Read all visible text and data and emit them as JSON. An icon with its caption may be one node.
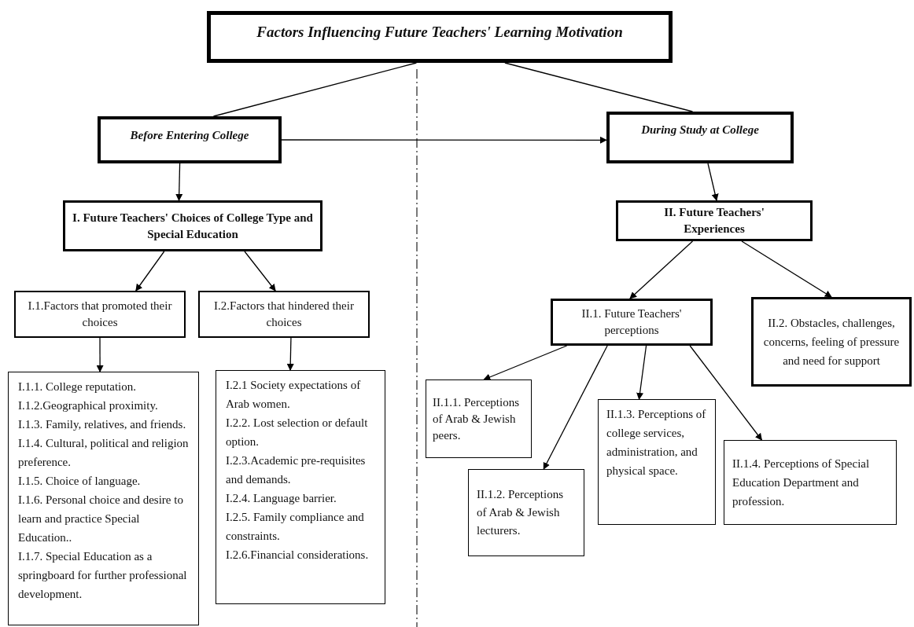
{
  "diagram": {
    "nodes": [
      {
        "text": [
          "Factors Influencing Future Teachers' Learning Motivation"
        ]
      },
      {
        "text": [
          "Before Entering College"
        ]
      },
      {
        "text": [
          "During Study at College"
        ]
      },
      {
        "text": [
          "I. Future Teachers' Choices of College Type and Special Education"
        ]
      },
      {
        "text": [
          "II. Future Teachers' Experiences"
        ]
      },
      {
        "text": [
          "I.1.Factors that promoted their choices"
        ]
      },
      {
        "text": [
          "I.2.Factors that hindered their choices"
        ]
      },
      {
        "text": [
          "II.1. Future Teachers' perceptions"
        ]
      },
      {
        "text": [
          "II.2. Obstacles, challenges, concerns, feeling of pressure and need for support"
        ]
      },
      {
        "text": [
          "I.1.1. College reputation.",
          "I.1.2.Geographical proximity.",
          "I.1.3. Family, relatives, and friends.",
          "I.1.4. Cultural, political and religion preference.",
          "I.1.5. Choice of  language.",
          "I.1.6. Personal choice and desire to learn and practice Special Education..",
          "I.1.7. Special Education as a springboard for further professional development."
        ]
      },
      {
        "text": [
          "I.2.1 Society expectations of Arab women.",
          "I.2.2. Lost selection or default option.",
          "I.2.3.Academic pre-requisites and demands.",
          "I.2.4. Language barrier.",
          "I.2.5. Family compliance and constraints.",
          "I.2.6.Financial considerations."
        ]
      },
      {
        "text": [
          "II.1.1. Perceptions of Arab & Jewish peers."
        ]
      },
      {
        "text": [
          "II.1.2. Perceptions of Arab & Jewish lecturers."
        ]
      },
      {
        "text": [
          "II.1.3. Perceptions of college services, administration, and physical space."
        ]
      },
      {
        "text": [
          "II.1.4. Perceptions of Special Education Department and profession."
        ]
      }
    ],
    "edges": [
      {
        "from": 0,
        "to": 1,
        "arrow": "none"
      },
      {
        "from": 0,
        "to": 2,
        "arrow": "none"
      },
      {
        "from": 1,
        "to": 2,
        "arrow": "to"
      },
      {
        "from": 1,
        "to": 3,
        "arrow": "to"
      },
      {
        "from": 2,
        "to": 4,
        "arrow": "to"
      },
      {
        "from": 3,
        "to": 5,
        "arrow": "to"
      },
      {
        "from": 3,
        "to": 6,
        "arrow": "to"
      },
      {
        "from": 4,
        "to": 7,
        "arrow": "to"
      },
      {
        "from": 4,
        "to": 8,
        "arrow": "to"
      },
      {
        "from": 5,
        "to": 9,
        "arrow": "to"
      },
      {
        "from": 6,
        "to": 10,
        "arrow": "to"
      },
      {
        "from": 7,
        "to": 11,
        "arrow": "to"
      },
      {
        "from": 7,
        "to": 12,
        "arrow": "to"
      },
      {
        "from": 7,
        "to": 13,
        "arrow": "to"
      },
      {
        "from": 7,
        "to": 14,
        "arrow": "to"
      }
    ]
  }
}
